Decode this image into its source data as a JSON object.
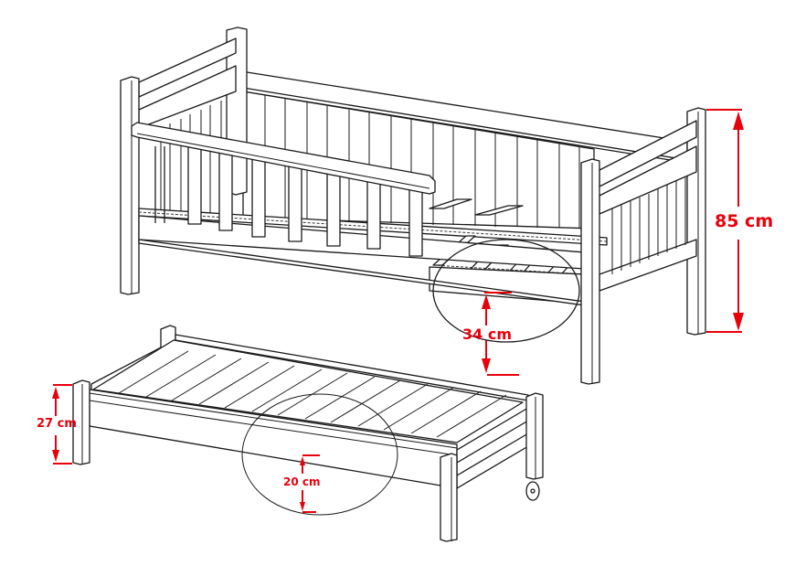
{
  "diagram": {
    "subject": "Wooden single bed with pull-out trundle bed",
    "accent_color": "#e8000b",
    "dimensions": {
      "bed_height": {
        "label": "85 cm",
        "value": 85,
        "unit": "cm"
      },
      "bed_slat_height": {
        "label": "34 cm",
        "value": 34,
        "unit": "cm"
      },
      "trundle_height": {
        "label": "27 cm",
        "value": 27,
        "unit": "cm"
      },
      "trundle_slat_height": {
        "label": "20 cm",
        "value": 20,
        "unit": "cm"
      }
    },
    "components": [
      "main-bed",
      "headboard",
      "footboard",
      "back-rail",
      "front-guard-rail",
      "slatted-base",
      "trundle-bed",
      "trundle-caster"
    ]
  }
}
